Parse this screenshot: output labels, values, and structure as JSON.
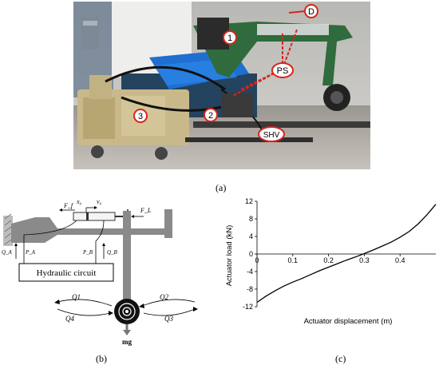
{
  "figure": {
    "photo_caption": "(a)",
    "schematic_caption": "(b)",
    "chart_caption": "(c)"
  },
  "photo": {
    "callouts": [
      "1",
      "2",
      "3",
      "D",
      "PS",
      "SHV"
    ]
  },
  "schematic": {
    "x0": "x₀",
    "v0": "v₀",
    "Ff": "F_f",
    "FL": "F_L",
    "QA": "Q_A",
    "PA": "P_A",
    "PB": "P_B",
    "QB": "Q_B",
    "hydraulic_circuit": "Hydraulic circuit",
    "Q1": "Q1",
    "Q2": "Q2",
    "Q3": "Q3",
    "Q4": "Q4",
    "mg": "mg"
  },
  "colors": {
    "green_frame": "#2f6b3c",
    "blue_tarp": "#1f6fd0",
    "tan_machine": "#c9b98a",
    "callout_red": "#d9241c"
  },
  "chart_data": {
    "type": "line",
    "title": "",
    "xlabel": "Actuator displacement (m)",
    "ylabel": "Actuator load (kN)",
    "xlim": [
      0,
      0.5
    ],
    "ylim": [
      -12,
      12
    ],
    "xticks": [
      0,
      0.1,
      0.2,
      0.3,
      0.4
    ],
    "xtick_labels": [
      "0",
      "0.1",
      "0.2",
      "0.3",
      "0.4"
    ],
    "yticks": [
      -12,
      -8,
      -4,
      0,
      4,
      8,
      12
    ],
    "ytick_labels": [
      "-12",
      "-8",
      "-4",
      "0",
      "4",
      "8",
      "12"
    ],
    "grid": false,
    "series": [
      {
        "x": [
          0.0,
          0.025,
          0.05,
          0.075,
          0.1,
          0.125,
          0.15,
          0.175,
          0.2,
          0.225,
          0.25,
          0.275,
          0.3,
          0.325,
          0.35,
          0.375,
          0.4,
          0.425,
          0.45,
          0.475,
          0.5
        ],
        "y": [
          -11.0,
          -9.6,
          -8.4,
          -7.3,
          -6.4,
          -5.6,
          -4.7,
          -3.8,
          -3.0,
          -2.2,
          -1.4,
          -0.7,
          0.1,
          0.9,
          1.8,
          2.7,
          3.8,
          5.1,
          6.8,
          8.9,
          11.3
        ]
      }
    ]
  }
}
